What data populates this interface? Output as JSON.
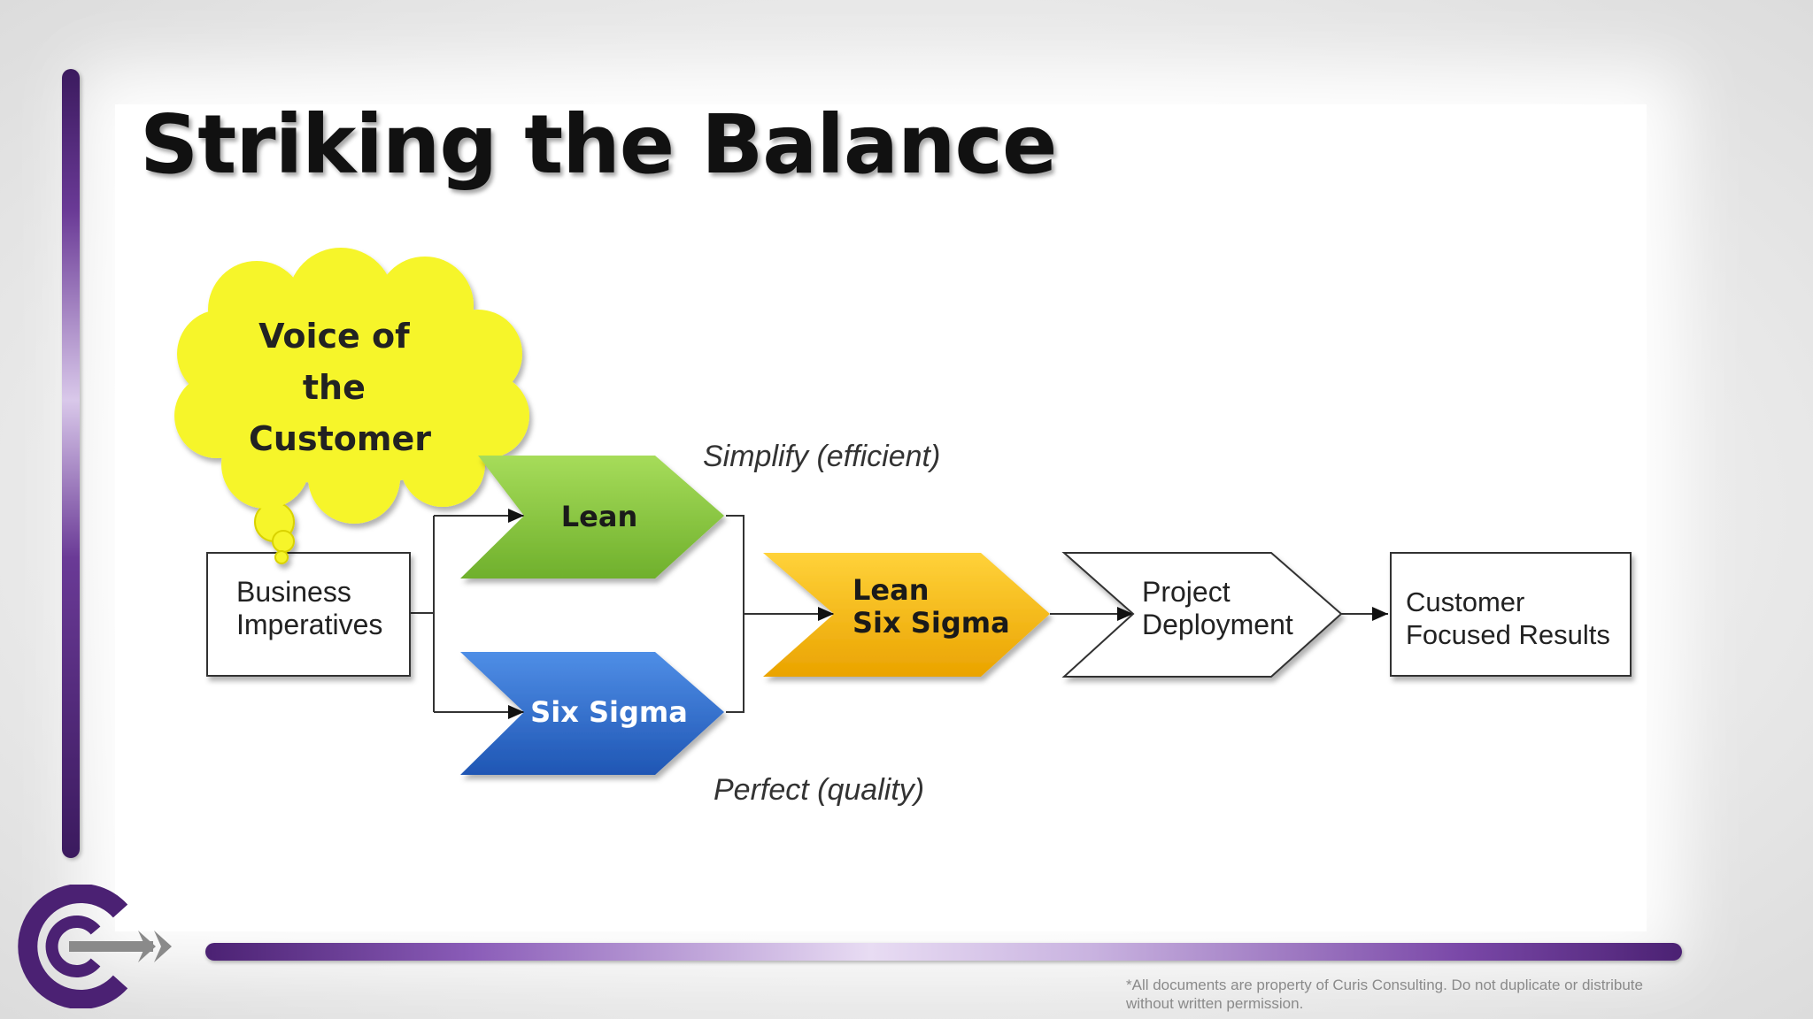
{
  "title": "Striking the Balance",
  "diagram": {
    "cloud": {
      "lines": [
        "Voice of",
        "the",
        "Customer"
      ]
    },
    "business_imperatives": {
      "lines": [
        "Business",
        "Imperatives"
      ]
    },
    "lean": {
      "label": "Lean"
    },
    "six_sigma": {
      "label": "Six Sigma"
    },
    "lean_six_sigma": {
      "lines": [
        "Lean",
        "Six Sigma"
      ]
    },
    "project_deployment": {
      "lines": [
        "Project",
        "Deployment"
      ]
    },
    "customer_results": {
      "lines": [
        "Customer",
        "Focused Results"
      ]
    },
    "simplify_label": "Simplify (efficient)",
    "perfect_label": "Perfect (quality)"
  },
  "footer": {
    "line1": "*All documents are property of Curis Consulting. Do not duplicate or distribute",
    "line2": "without written permission."
  },
  "colors": {
    "purple": "#4b2173",
    "cloud_yellow": "#f6f52a",
    "lean_green": "#8ac83e",
    "six_sigma_blue": "#2f6fd0",
    "lean_six_sigma_gold": "#f2b705"
  }
}
